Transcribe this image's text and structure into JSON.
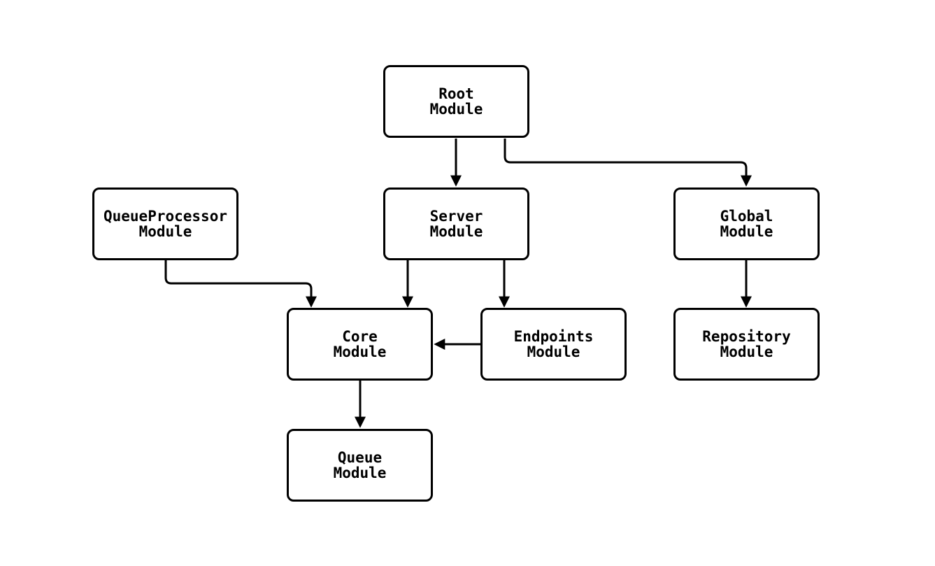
{
  "diagram": {
    "type": "module-dependency-graph",
    "colors": {
      "node_border": "#000000",
      "node_fill": "#ffffff",
      "edge_stroke": "#000000",
      "background": "#ffffff",
      "text": "#000000"
    },
    "nodes": {
      "root": {
        "line1": "Root",
        "line2": "Module"
      },
      "queue_processor": {
        "line1": "QueueProcessor",
        "line2": "Module"
      },
      "server": {
        "line1": "Server",
        "line2": "Module"
      },
      "global": {
        "line1": "Global",
        "line2": "Module"
      },
      "core": {
        "line1": "Core",
        "line2": "Module"
      },
      "endpoints": {
        "line1": "Endpoints",
        "line2": "Module"
      },
      "repository": {
        "line1": "Repository",
        "line2": "Module"
      },
      "queue": {
        "line1": "Queue",
        "line2": "Module"
      }
    },
    "edges": [
      {
        "from": "root",
        "to": "server"
      },
      {
        "from": "root",
        "to": "global"
      },
      {
        "from": "queue_processor",
        "to": "core"
      },
      {
        "from": "server",
        "to": "core"
      },
      {
        "from": "server",
        "to": "endpoints"
      },
      {
        "from": "endpoints",
        "to": "core"
      },
      {
        "from": "global",
        "to": "repository"
      },
      {
        "from": "core",
        "to": "queue"
      }
    ]
  }
}
